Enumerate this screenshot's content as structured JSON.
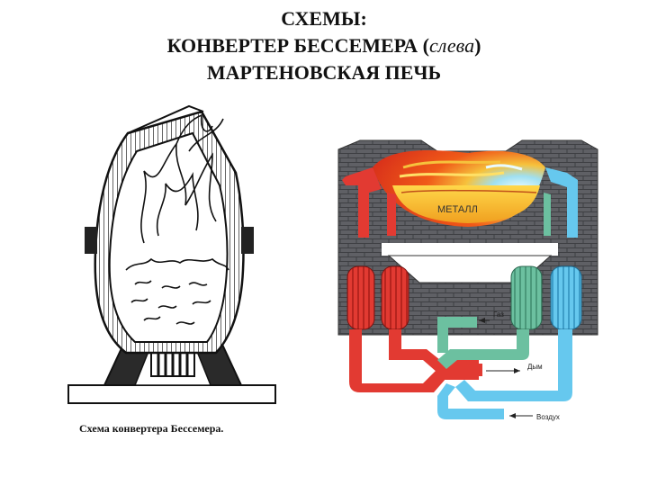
{
  "title": {
    "line1": "СХЕМЫ:",
    "line2_main": "КОНВЕРТЕР БЕССЕМЕРА (",
    "line2_italic": "слева",
    "line2_end": ")",
    "line3": "МАРТЕНОВСКАЯ ПЕЧЬ"
  },
  "left_figure": {
    "caption": "Схема конвертера Бессемера."
  },
  "right_figure": {
    "metal_label": "МЕТАЛЛ",
    "gas_label": "Газ",
    "smoke_label": "Дым",
    "air_label": "Воздух"
  },
  "colors": {
    "brick": "#5f6065",
    "hot_duct": "#e23a32",
    "gas_duct": "#6cc0a0",
    "cold_duct": "#66c8ee",
    "metal": "#f0a020",
    "flame": "#f05a18"
  }
}
